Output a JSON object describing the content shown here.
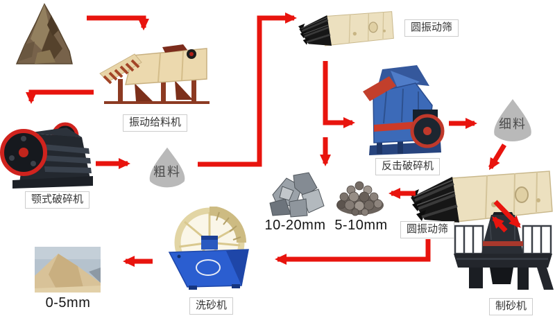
{
  "palette": {
    "arrow_red": "#e8140e",
    "label_border": "#cccccc",
    "label_text": "#333333",
    "blob_gray": "#b9b9b9",
    "blob_text": "#4b4b4b"
  },
  "labels": {
    "feeder": "振动给料机",
    "jaw_crusher": "颚式破碎机",
    "coarse_material": "粗料",
    "screen_top": "圆振动筛",
    "impact_crusher": "反击破碎机",
    "fine_material": "细料",
    "screen_mid": "圆振动筛",
    "size_10_20": "10-20mm",
    "size_5_10": "5-10mm",
    "sand_maker": "制砂机",
    "washer": "洗砂机",
    "size_0_5": "0-5mm"
  },
  "flow": [
    {
      "from": "raw-rock",
      "to": "振动给料机"
    },
    {
      "from": "振动给料机",
      "to": "颚式破碎机"
    },
    {
      "from": "颚式破碎机",
      "to": "粗料"
    },
    {
      "from": "粗料",
      "to": "圆振动筛(上)"
    },
    {
      "from": "圆振动筛(上)",
      "to": "反击破碎机"
    },
    {
      "from": "圆振动筛(上)",
      "to": "10-20mm/5-10mm"
    },
    {
      "from": "反击破碎机",
      "to": "细料"
    },
    {
      "from": "细料",
      "to": "圆振动筛(中)"
    },
    {
      "from": "圆振动筛(中)",
      "to": "5-10mm"
    },
    {
      "from": "圆振动筛(中)",
      "to": "制砂机"
    },
    {
      "from": "制砂机",
      "to": "圆振动筛(中)"
    },
    {
      "from": "圆振动筛(中)",
      "to": "洗砂机"
    },
    {
      "from": "洗砂机",
      "to": "0-5mm"
    }
  ]
}
